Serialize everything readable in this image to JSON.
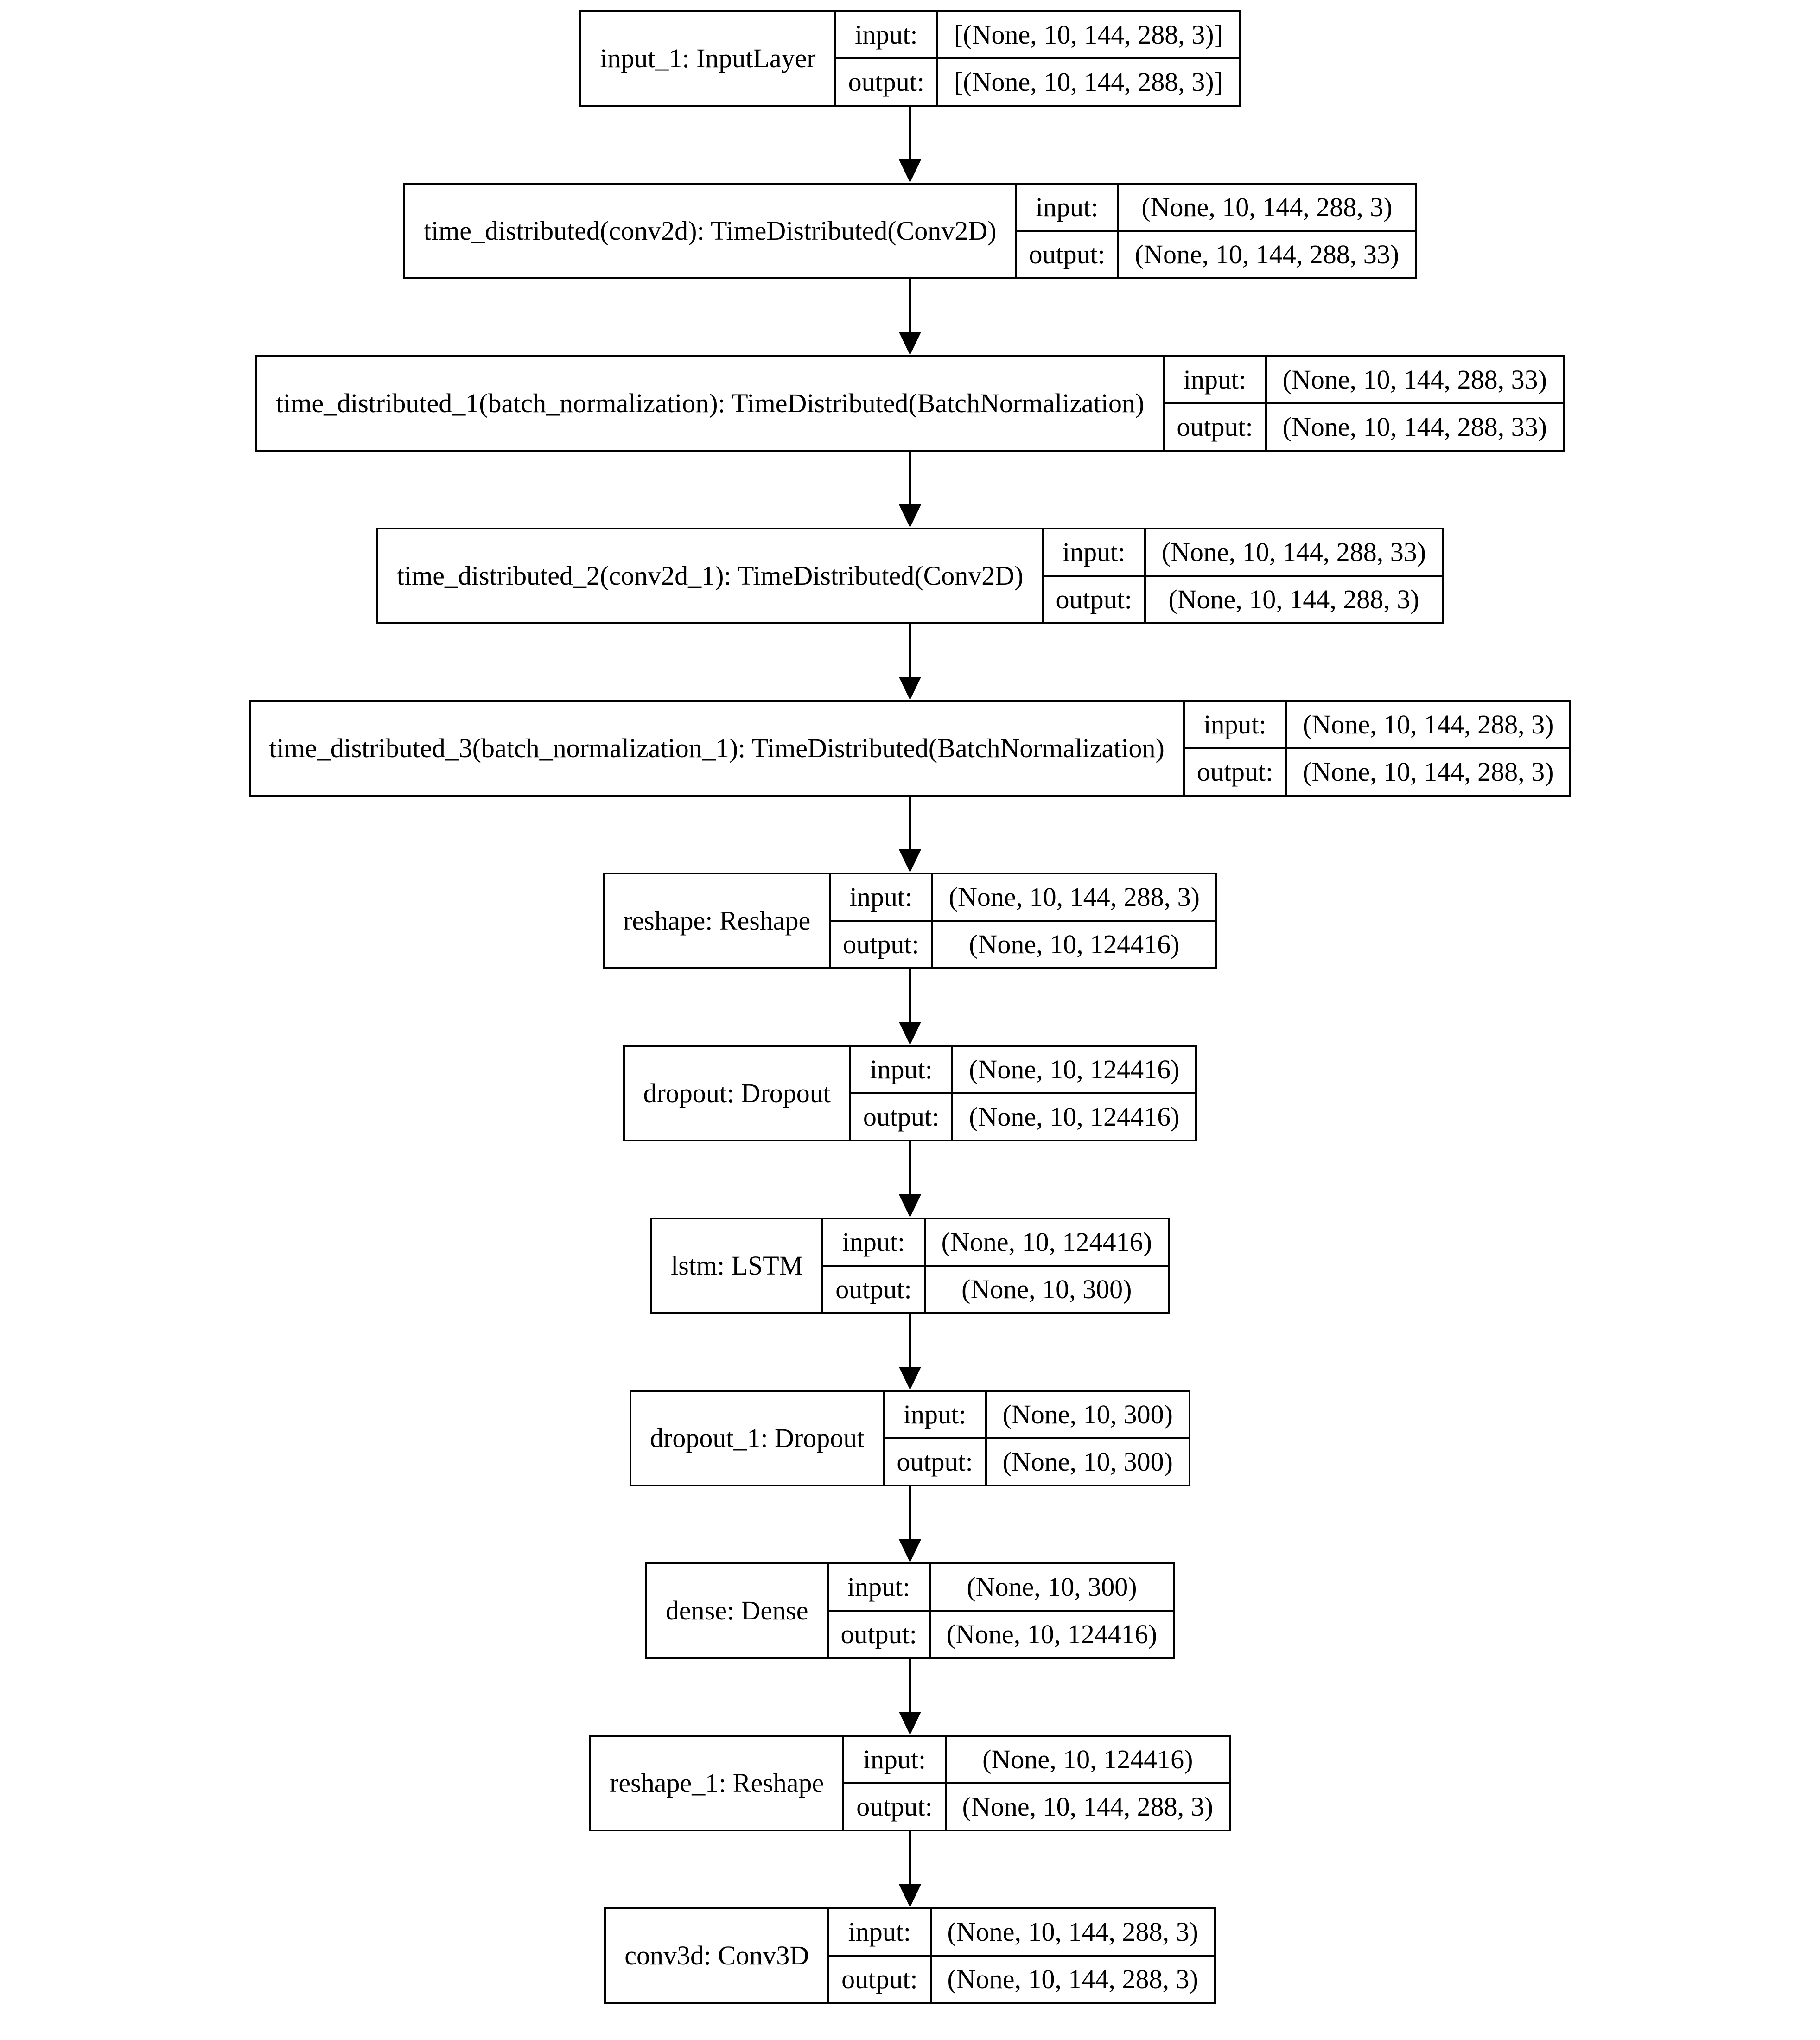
{
  "diagram": {
    "type": "keras-model-architecture",
    "io_labels": {
      "input": "input:",
      "output": "output:"
    },
    "colors": {
      "border": "#000000",
      "background": "#ffffff",
      "text": "#000000",
      "arrow": "#000000"
    },
    "icons": {
      "flow_arrow": "filled-triangle-down"
    },
    "layers": [
      {
        "name": "input_1: InputLayer",
        "input": "[(None, 10, 144, 288, 3)]",
        "output": "[(None, 10, 144, 288, 3)]"
      },
      {
        "name": "time_distributed(conv2d): TimeDistributed(Conv2D)",
        "input": "(None, 10, 144, 288, 3)",
        "output": "(None, 10, 144, 288, 33)"
      },
      {
        "name": "time_distributed_1(batch_normalization): TimeDistributed(BatchNormalization)",
        "input": "(None, 10, 144, 288, 33)",
        "output": "(None, 10, 144, 288, 33)"
      },
      {
        "name": "time_distributed_2(conv2d_1): TimeDistributed(Conv2D)",
        "input": "(None, 10, 144, 288, 33)",
        "output": "(None, 10, 144, 288, 3)"
      },
      {
        "name": "time_distributed_3(batch_normalization_1): TimeDistributed(BatchNormalization)",
        "input": "(None, 10, 144, 288, 3)",
        "output": "(None, 10, 144, 288, 3)"
      },
      {
        "name": "reshape: Reshape",
        "input": "(None, 10, 144, 288, 3)",
        "output": "(None, 10, 124416)"
      },
      {
        "name": "dropout: Dropout",
        "input": "(None, 10, 124416)",
        "output": "(None, 10, 124416)"
      },
      {
        "name": "lstm: LSTM",
        "input": "(None, 10, 124416)",
        "output": "(None, 10, 300)"
      },
      {
        "name": "dropout_1: Dropout",
        "input": "(None, 10, 300)",
        "output": "(None, 10, 300)"
      },
      {
        "name": "dense: Dense",
        "input": "(None, 10, 300)",
        "output": "(None, 10, 124416)"
      },
      {
        "name": "reshape_1: Reshape",
        "input": "(None, 10, 124416)",
        "output": "(None, 10, 144, 288, 3)"
      },
      {
        "name": "conv3d: Conv3D",
        "input": "(None, 10, 144, 288, 3)",
        "output": "(None, 10, 144, 288, 3)"
      }
    ]
  }
}
